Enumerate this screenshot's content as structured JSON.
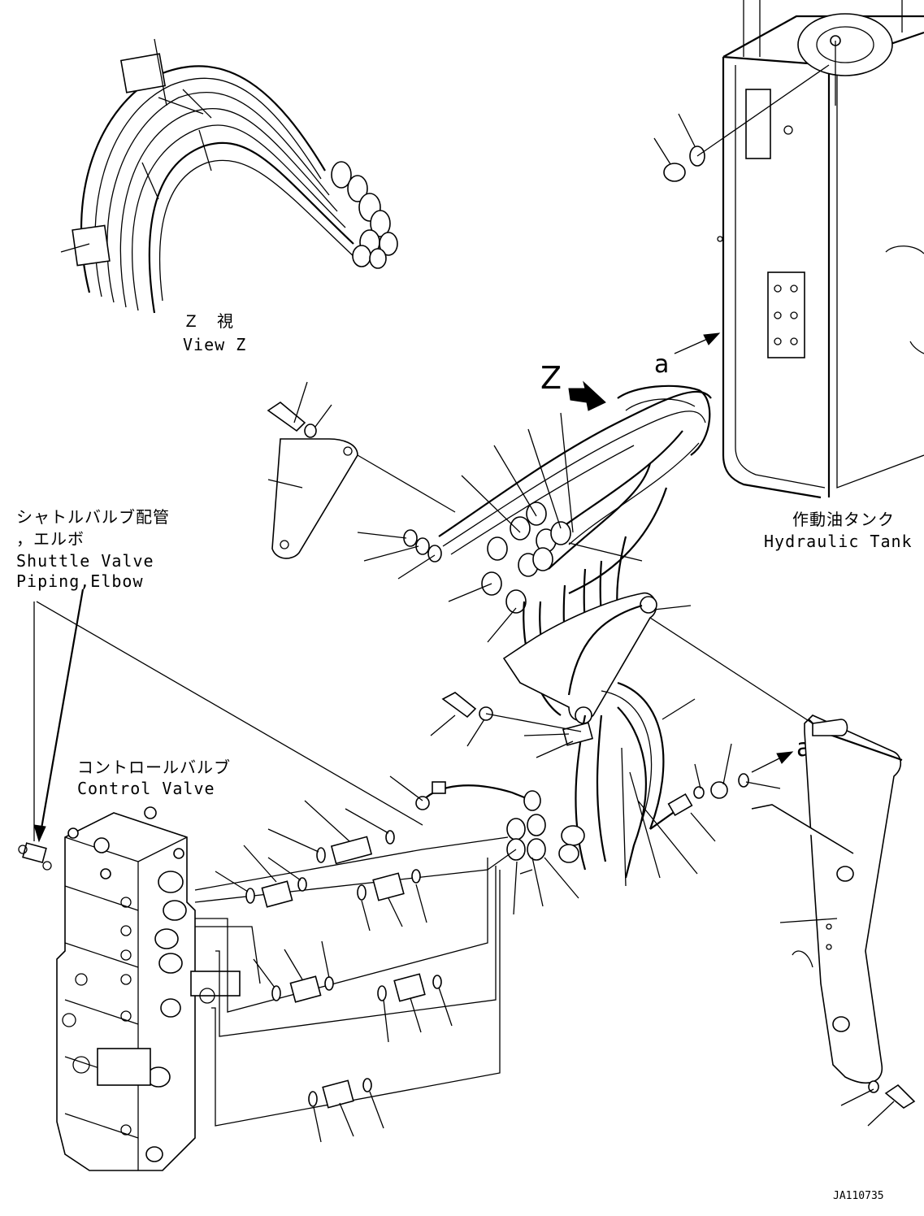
{
  "labels": {
    "view_z_jp": "Ｚ　視",
    "view_z_en": "View Z",
    "hyd_tank_jp": "作動油タンク",
    "hyd_tank_en": "Hydraulic Tank",
    "shuttle_jp_1": "シャトルバルブ配管",
    "shuttle_jp_2": "，エルボ",
    "shuttle_en_1": "Shuttle Valve",
    "shuttle_en_2": "Piping,Elbow",
    "control_jp": "コントロールバルブ",
    "control_en": "Control Valve",
    "view_letter": "Z",
    "ref_a_top": "a",
    "ref_a_right": "a",
    "drawing_id": "JA110735"
  }
}
